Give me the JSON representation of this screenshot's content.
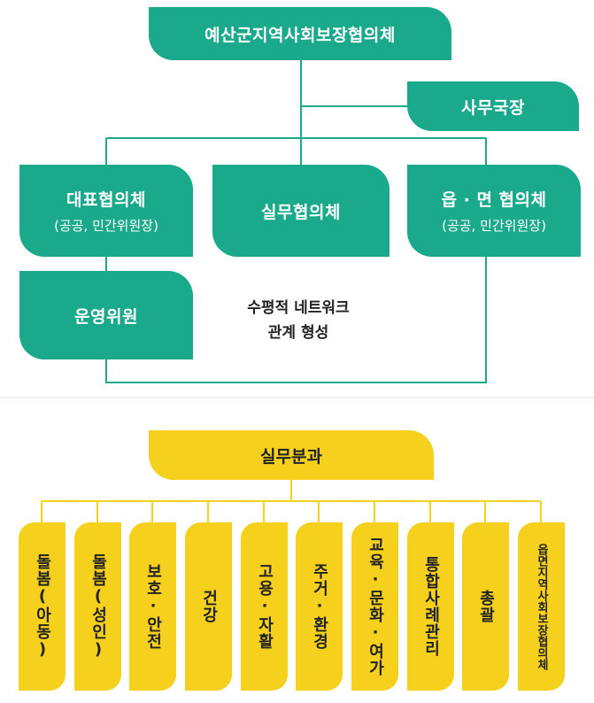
{
  "top_chart": {
    "root": "예산군지역사회보장협의체",
    "secretary": "사무국장",
    "branches": [
      {
        "title": "대표협의체",
        "sub": "(공공, 민간위원장)"
      },
      {
        "title": "실무협의체",
        "sub": ""
      },
      {
        "title": "읍 · 면 협의체",
        "sub": "(공공, 민간위원장)"
      }
    ],
    "committee": "운영위원",
    "note_line1": "수평적 네트워크",
    "note_line2": "관계 형성"
  },
  "bottom_chart": {
    "title": "실무분과",
    "items": [
      "돌봄(아동)",
      "돌봄(성인)",
      "보호·안전",
      "건강",
      "고용·자활",
      "주거·환경",
      "교육·문화·여가",
      "통합사례관리",
      "총괄",
      "읍면지역사회보장협의체"
    ]
  },
  "colors": {
    "green": "#1aa98a",
    "yellow": "#f5d01d",
    "line_green": "#1aa98a",
    "line_yellow": "#f5d01d"
  }
}
